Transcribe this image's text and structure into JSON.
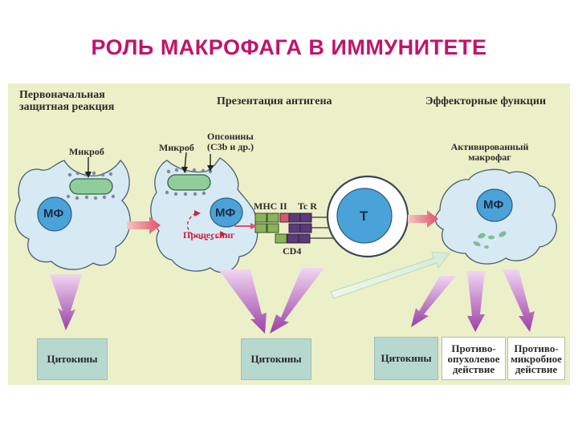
{
  "title": "РОЛЬ МАКРОФАГА В ИММУНИТЕТЕ",
  "stages": {
    "first": "Первоначальная защитная реакция",
    "second": "Презентация антигена",
    "third": "Эффекторные функции"
  },
  "labels": {
    "microbe1": "Микроб",
    "microbe2": "Микроб",
    "opsonins": "Опсонины (С3b и др.)",
    "activated": "Активированный макрофаг",
    "processing": "Процессинг",
    "mhc": "MHC II",
    "tcr": "Tc R",
    "cd4": "CD4"
  },
  "cells": {
    "mf1": "МФ",
    "mf2": "МФ",
    "t": "Т",
    "mf3": "МФ"
  },
  "outputs": {
    "cyt1": "Цитокины",
    "cyt2": "Цитокины",
    "cyt3": "Цитокины",
    "antitumor": "Противо- опухолевое действие",
    "antimicrobial": "Противо- микробное действие"
  },
  "colors": {
    "title": "#c0146a",
    "background": "#ecf0c8",
    "cell": "#d7eaf4",
    "nucleus": "#4aa3d8",
    "microbe": "#8fce9a",
    "arrow_purple": "#9a3fa6",
    "arrow_red": "#e2506a",
    "output_box": "#b7d8cf"
  }
}
